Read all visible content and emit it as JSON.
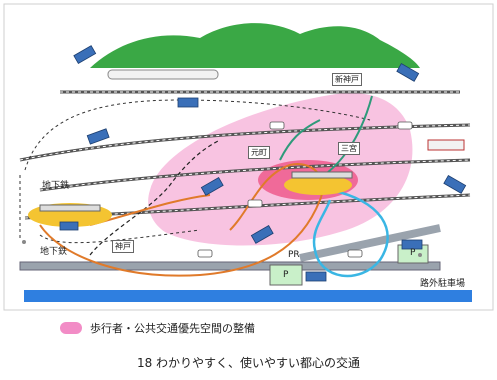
{
  "labels": {
    "shin_kobe": "新神戸",
    "sannomiya": "三宮",
    "motomachi": "元町",
    "kobe": "神戸",
    "subway_top": "地下鉄",
    "subway_bottom": "地下鉄",
    "pr": "PR",
    "p1": "P",
    "p2": "P",
    "outer_parking": "路外駐車場"
  },
  "legend": {
    "text": "歩行者・公共交通優先空間の整備",
    "color": "#f28cc6"
  },
  "caption": "18  わかりやすく、使いやすい都心の交通",
  "colors": {
    "mountain": "#3aa845",
    "sea": "#2f7fe0",
    "pink_zone": "#f7b9dc",
    "core": "#ef5a8c",
    "orange_route": "#e07a2a",
    "green_route": "#2e9a7a",
    "cyan_route": "#3ab6e4",
    "rail": "#555555"
  }
}
